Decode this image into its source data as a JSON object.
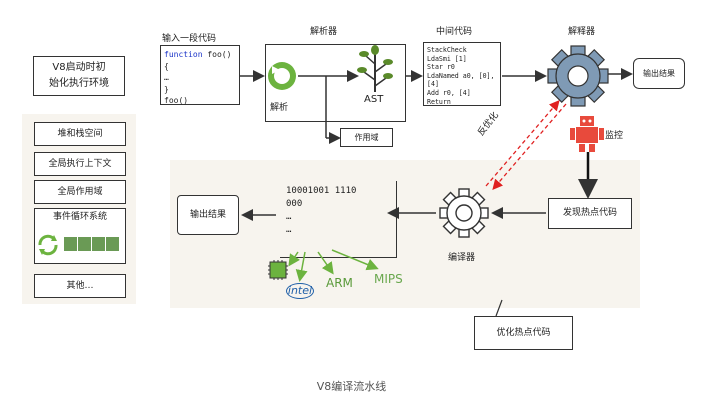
{
  "caption": "V8编译流水线",
  "left_panel": {
    "init_title_line1": "V8启动时初",
    "init_title_line2": "始化执行环境",
    "items": [
      "堆和栈空间",
      "全局执行上下文",
      "全局作用域",
      "事件循环系统",
      "其他…"
    ]
  },
  "input_code": {
    "title": "输入一段代码",
    "line1_kw": "function",
    "line1_rest": " foo() {",
    "line2": "…",
    "line3": "}",
    "line4": "foo()"
  },
  "parser": {
    "title": "解析器",
    "parse_label": "解析",
    "ast_label": "AST",
    "scope_label": "作用域"
  },
  "bytecode": {
    "title": "中间代码",
    "lines": [
      "StackCheck",
      "LdaSmi [1]",
      "Star r0",
      "LdaNamed a0, [0], [4]",
      "Add r0, [4]",
      "Return"
    ]
  },
  "interpreter": {
    "title": "解释器",
    "output": "输出结果",
    "monitor": "监控",
    "deopt": "反优化"
  },
  "compiler": {
    "hot_code": "发现热点代码",
    "label": "编译器",
    "machine_code": [
      "10001001 1110",
      "000",
      "…",
      "…"
    ],
    "output": "输出结果",
    "optimize": "优化热点代码",
    "arch": [
      "intel",
      "ARM",
      "MIPS"
    ]
  },
  "colors": {
    "arm_green": "#5a9a3a",
    "mips_green": "#6aa84f",
    "robot_red": "#e84a3c",
    "gear_blue": "#7f9ab5",
    "deopt_red": "#e02020",
    "cycle_green": "#6cb33f",
    "block_green": "#6a9a55"
  }
}
